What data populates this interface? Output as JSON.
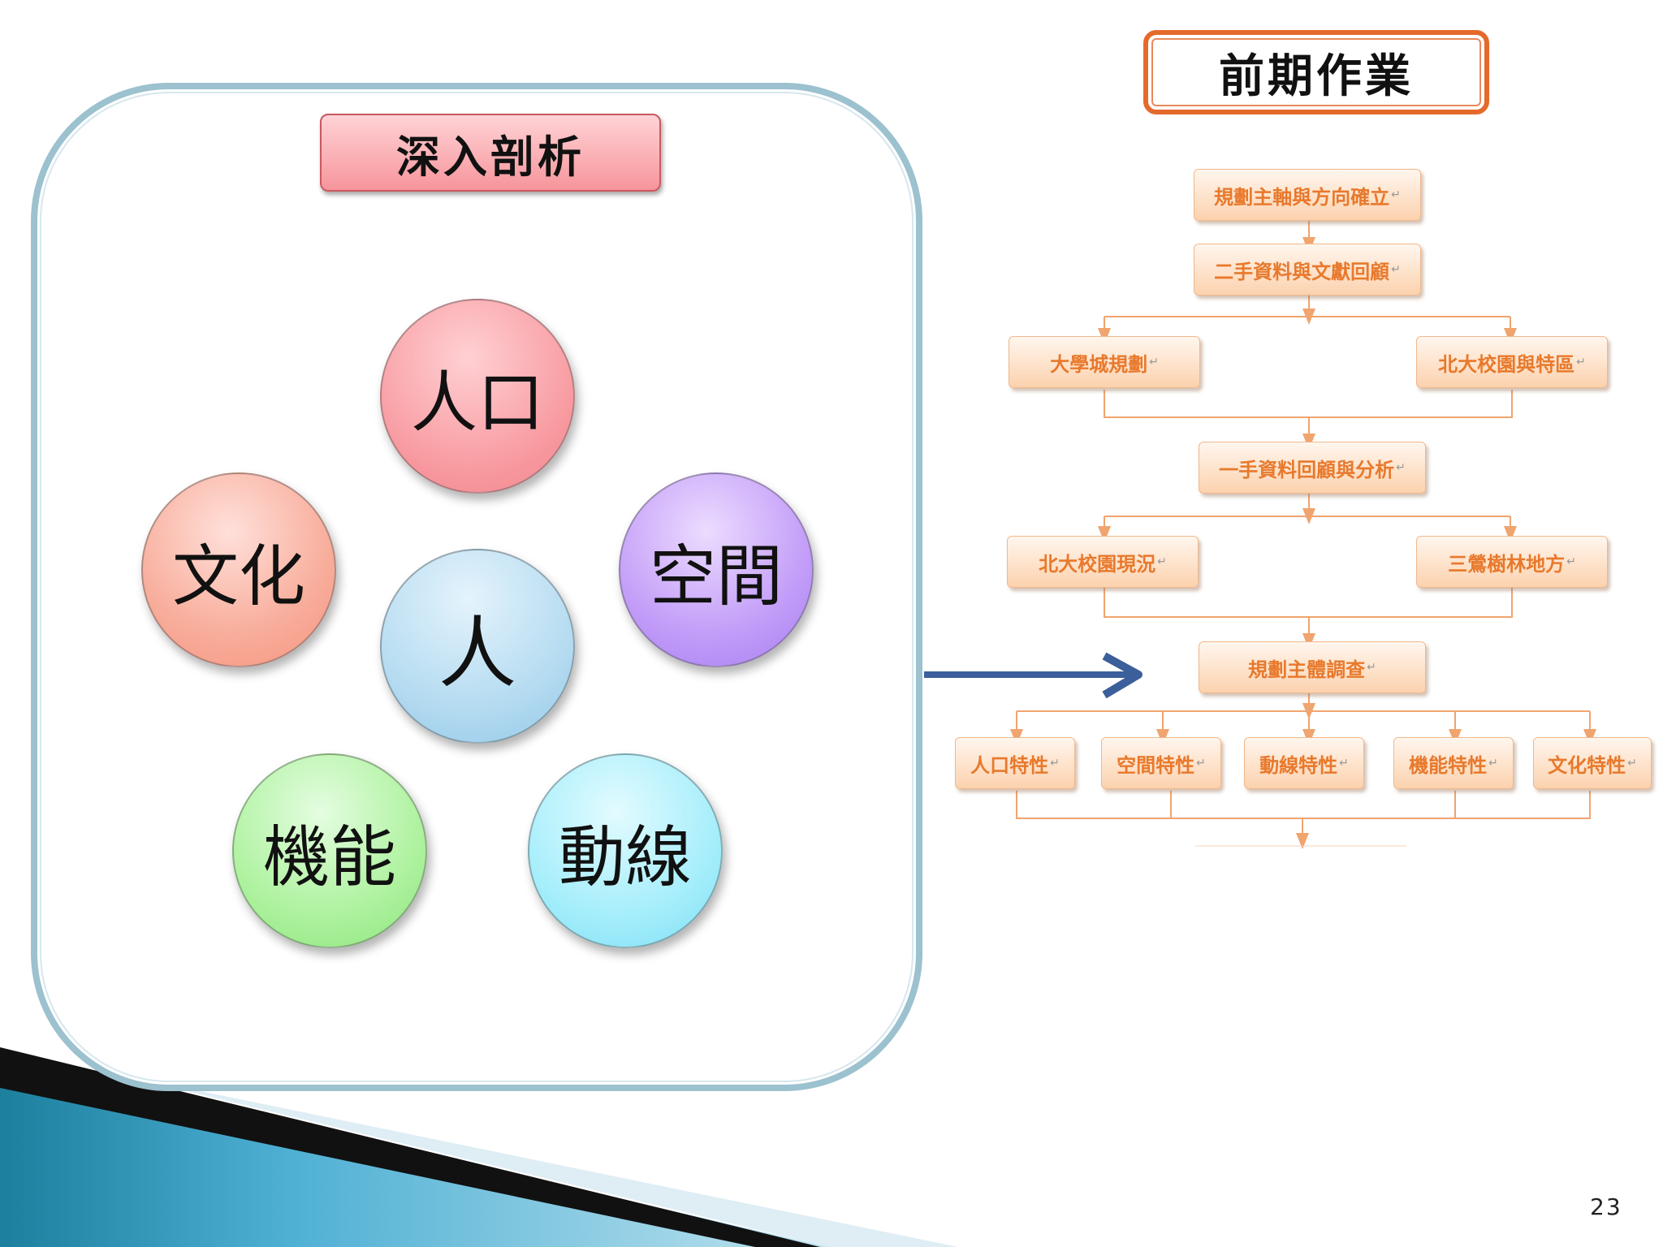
{
  "slide": {
    "page_number": "23"
  },
  "left_panel": {
    "title": "深入剖析",
    "center_node": "人",
    "nodes": {
      "top": "人口",
      "right": "空間",
      "bottom_right": "動線",
      "bottom_left": "機能",
      "left": "文化"
    },
    "colors": {
      "frame": "#9cc1cf",
      "connector": "#e2692f",
      "top": "#f7979d",
      "right": "#b88af5",
      "bottom_right": "#8fe6f8",
      "bottom_left": "#9be98d",
      "left": "#f6a18e",
      "center": "#a9d4ec"
    }
  },
  "right_panel": {
    "title": "前期作業",
    "return_mark": "↵",
    "flow": {
      "row1": "規劃主軸與方向確立",
      "row2": "二手資料與文獻回顧",
      "row3_left": "大學城規劃",
      "row3_right": "北大校園與特區",
      "row4": "一手資料回顧與分析",
      "row5_left": "北大校園現況",
      "row5_right": "三鶯樹林地方",
      "row6": "規劃主體調查",
      "row7": [
        "人口特性",
        "空間特性",
        "動線特性",
        "機能特性",
        "文化特性"
      ]
    },
    "colors": {
      "box_text": "#e8792c",
      "line": "#f0a46e",
      "title_border": "#e46a2b"
    }
  },
  "arrow": {
    "color": "#3a5f9a"
  }
}
